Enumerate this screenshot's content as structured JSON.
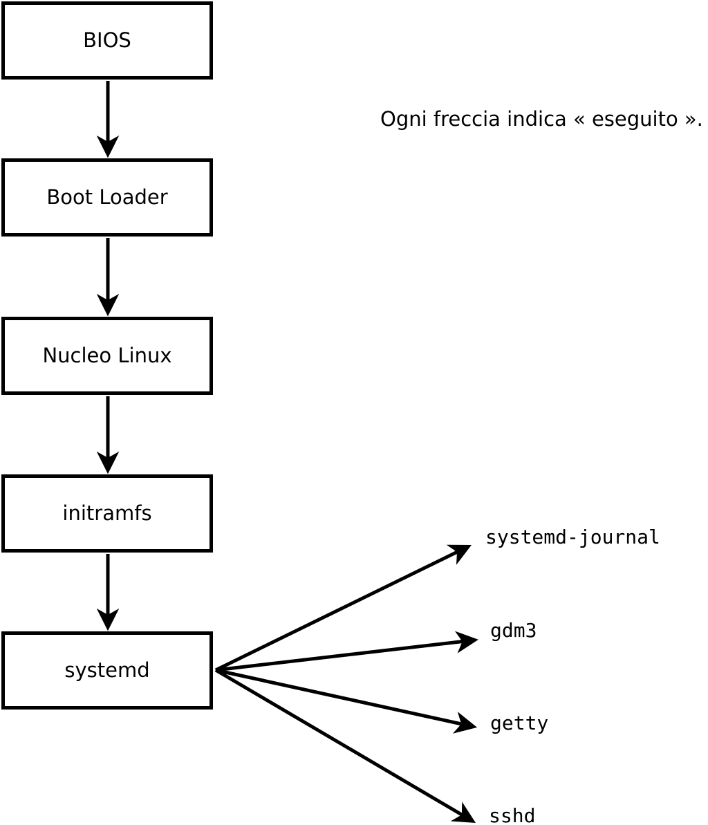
{
  "diagram": {
    "caption": "Ogni freccia indica « eseguito ».",
    "nodes": [
      {
        "id": "bios",
        "label": "BIOS"
      },
      {
        "id": "boot-loader",
        "label": "Boot Loader"
      },
      {
        "id": "nucleo-linux",
        "label": "Nucleo Linux"
      },
      {
        "id": "initramfs",
        "label": "initramfs"
      },
      {
        "id": "systemd",
        "label": "systemd"
      }
    ],
    "services": [
      {
        "id": "systemd-journal",
        "label": "systemd-journal"
      },
      {
        "id": "gdm3",
        "label": "gdm3"
      },
      {
        "id": "getty",
        "label": "getty"
      },
      {
        "id": "sshd",
        "label": "sshd"
      }
    ],
    "edges": [
      "BIOS -> Boot Loader",
      "Boot Loader -> Nucleo Linux",
      "Nucleo Linux -> initramfs",
      "initramfs -> systemd",
      "systemd -> systemd-journal",
      "systemd -> gdm3",
      "systemd -> getty",
      "systemd -> sshd"
    ],
    "colors": {
      "line": "#000000",
      "box_fill": "#ffffff",
      "background": "#ffffff"
    }
  }
}
